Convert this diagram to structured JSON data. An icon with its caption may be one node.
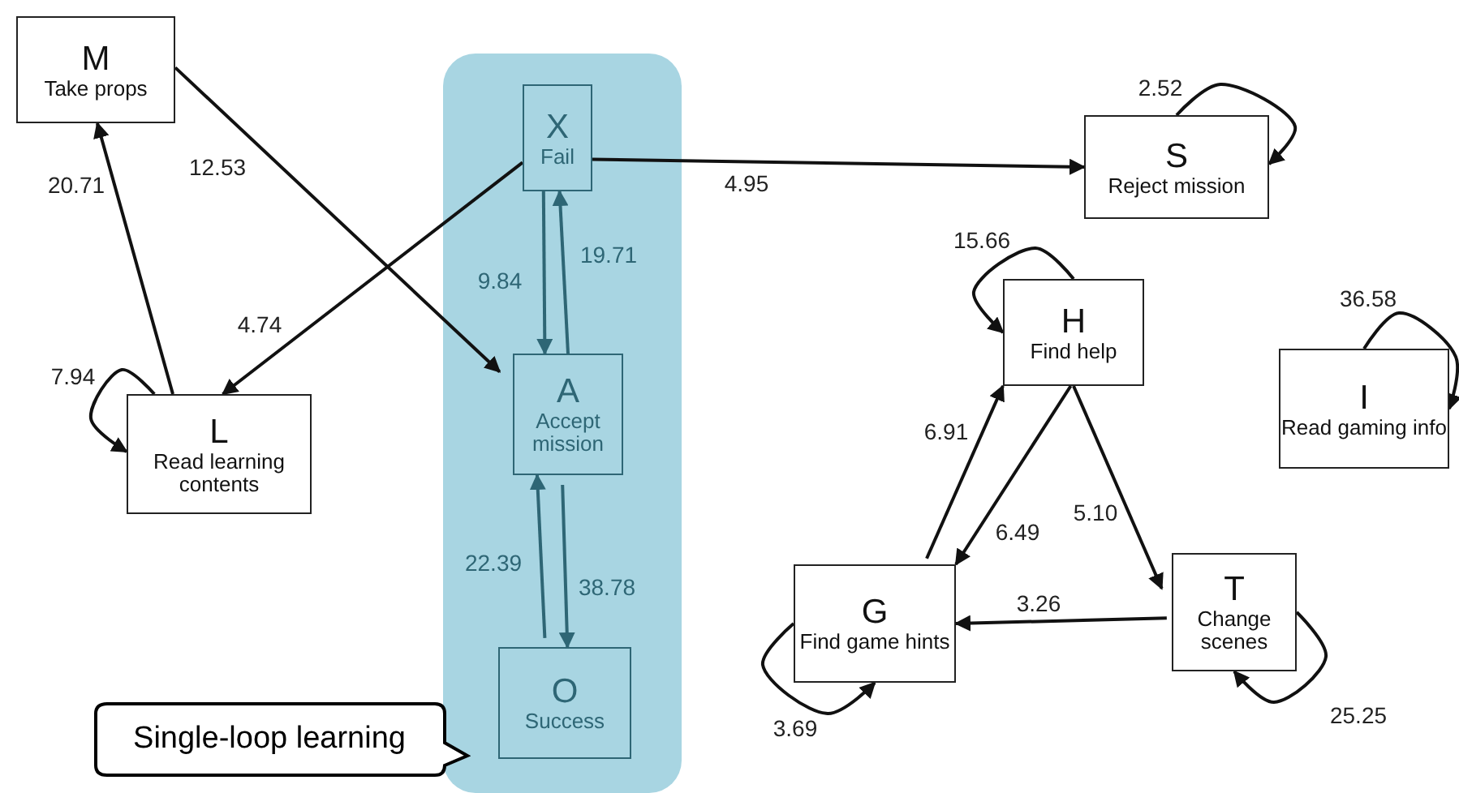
{
  "diagram": {
    "nodes": [
      {
        "text": [
          "M",
          "Take props"
        ]
      },
      {
        "text": [],
        "shape": "box"
      },
      {
        "text": [
          "X",
          "Fail"
        ],
        "in": 1
      },
      {
        "text": [
          "A",
          "Accept mission"
        ],
        "in": 1
      },
      {
        "text": [
          "O",
          "Success"
        ],
        "in": 1
      },
      {
        "text": [
          "S",
          "Reject mission"
        ]
      },
      {
        "text": [
          "H",
          "Find help"
        ]
      },
      {
        "text": [
          "I",
          "Read gaming info"
        ]
      },
      {
        "text": [
          "L",
          "Read learning contents"
        ]
      },
      {
        "text": [
          "G",
          "Find game hints"
        ]
      },
      {
        "text": [
          "T",
          "Change scenes"
        ]
      },
      {
        "text": [
          "Single-loop learning"
        ]
      }
    ],
    "edges": [
      {
        "from": 0,
        "to": 3,
        "arrow": "to",
        "label": "12.53"
      },
      {
        "from": 8,
        "to": 0,
        "arrow": "to",
        "label": "20.71"
      },
      {
        "from": 2,
        "to": 8,
        "arrow": "to",
        "label": "4.74"
      },
      {
        "from": 8,
        "to": 8,
        "arrow": "to",
        "label": "7.94"
      },
      {
        "from": 2,
        "to": 3,
        "arrow": "to",
        "label": "9.84",
        "color": "#2e6675"
      },
      {
        "from": 3,
        "to": 2,
        "arrow": "to",
        "label": "19.71",
        "color": "#2e6675"
      },
      {
        "from": 3,
        "to": 4,
        "arrow": "to",
        "label": "38.78",
        "color": "#2e6675"
      },
      {
        "from": 4,
        "to": 3,
        "arrow": "to",
        "label": "22.39",
        "color": "#2e6675"
      },
      {
        "from": 2,
        "to": 5,
        "arrow": "to",
        "label": "4.95"
      },
      {
        "from": 5,
        "to": 5,
        "arrow": "to",
        "label": "2.52"
      },
      {
        "from": 6,
        "to": 6,
        "arrow": "to",
        "label": "15.66"
      },
      {
        "from": 7,
        "to": 7,
        "arrow": "to",
        "label": "36.58"
      },
      {
        "from": 9,
        "to": 9,
        "arrow": "to",
        "label": "3.69"
      },
      {
        "from": 10,
        "to": 10,
        "arrow": "to",
        "label": "25.25"
      },
      {
        "from": 9,
        "to": 6,
        "arrow": "to",
        "label": "6.91"
      },
      {
        "from": 6,
        "to": 9,
        "arrow": "to",
        "label": "6.49"
      },
      {
        "from": 6,
        "to": 10,
        "arrow": "to",
        "label": "5.10"
      },
      {
        "from": 10,
        "to": 9,
        "arrow": "to",
        "label": "3.26"
      }
    ]
  }
}
